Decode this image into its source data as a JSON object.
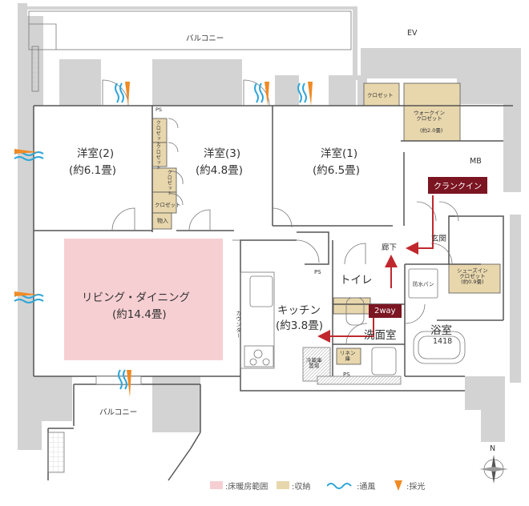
{
  "rooms": {
    "western1": {
      "name": "洋室(1)",
      "size": "(約6.5畳)"
    },
    "western2": {
      "name": "洋室(2)",
      "size": "(約6.1畳)"
    },
    "western3": {
      "name": "洋室(3)",
      "size": "(約4.8畳)"
    },
    "living": {
      "name": "リビング・ダイニング",
      "size": "(約14.4畳)"
    },
    "kitchen": {
      "name": "キッチン",
      "size": "(約3.8畳)"
    },
    "toilet": "トイレ",
    "washroom": "洗面室",
    "bath": {
      "name": "浴室",
      "size": "1418"
    },
    "entrance": "玄関",
    "hallway": "廊下"
  },
  "labels": {
    "balcony_top": "バルコニー",
    "balcony_bottom": "バルコニー",
    "ev": "EV",
    "mb": "MB",
    "ps1": "PS",
    "ps2": "PS",
    "ps3": "PS",
    "walkin": "ウォークイン\nクロゼット",
    "walkin_size": "(約2.0畳)",
    "closet_short": "クロゼット",
    "closet_long": "クロゼット",
    "storage": "物入",
    "shoes": "シューズイン\nクロゼット\n(約0.9畳)",
    "waterpan": "防水パン",
    "linen": "リネン\n庫",
    "fridge": "冷蔵庫\n置場",
    "counter": "カウンター"
  },
  "tags": {
    "clunk_in": "クランクイン",
    "two_way": "2way"
  },
  "compass": "N",
  "legend": [
    {
      "kind": "swatch",
      "color": "#f6cfd2",
      "label": ":床暖房範囲"
    },
    {
      "kind": "swatch",
      "color": "#e8d7ad",
      "label": ":収納"
    },
    {
      "kind": "wave",
      "color": "#2fa6d8",
      "label": ":通風"
    },
    {
      "kind": "light",
      "color": "#f08a24",
      "label": ":採光"
    }
  ],
  "colors": {
    "wall": "#d3d3d3",
    "storage": "#e8d7ad",
    "floor_heat": "#f6cfd2",
    "accent": "#7b1522",
    "arrow": "#c0282e",
    "wind": "#2fa6d8",
    "light": "#f08a24"
  }
}
